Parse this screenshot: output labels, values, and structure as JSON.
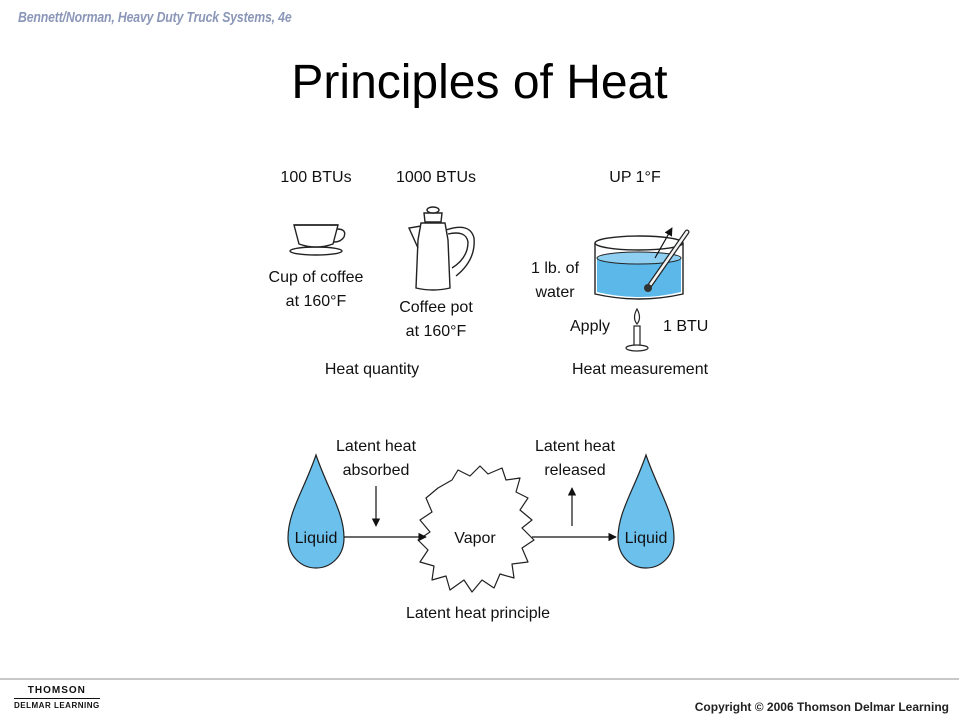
{
  "header": {
    "book_ref": "Bennett/Norman, Heavy Duty Truck Systems, 4e"
  },
  "slide": {
    "title": "Principles of Heat"
  },
  "heat_quantity": {
    "cup_amount": "100 BTUs",
    "pot_amount": "1000 BTUs",
    "cup_label_line1": "Cup of coffee",
    "cup_label_line2": "at 160°F",
    "pot_label_line1": "Coffee pot",
    "pot_label_line2": "at 160°F",
    "caption": "Heat quantity"
  },
  "heat_measurement": {
    "rise": "UP 1°F",
    "water_line1": "1 lb. of",
    "water_line2": "water",
    "apply": "Apply",
    "btu": "1 BTU",
    "caption": "Heat measurement"
  },
  "latent_heat": {
    "absorbed_line1": "Latent heat",
    "absorbed_line2": "absorbed",
    "released_line1": "Latent heat",
    "released_line2": "released",
    "liquid_left": "Liquid",
    "vapor": "Vapor",
    "liquid_right": "Liquid",
    "caption": "Latent heat principle"
  },
  "colors": {
    "water_blue": "#5bb8e8",
    "drop_blue": "#6cc0ec",
    "header_text": "#8b97b8"
  },
  "footer": {
    "logo_top": "THOMSON",
    "logo_bottom": "DELMAR LEARNING",
    "copyright": "Copyright © 2006 Thomson Delmar Learning"
  }
}
